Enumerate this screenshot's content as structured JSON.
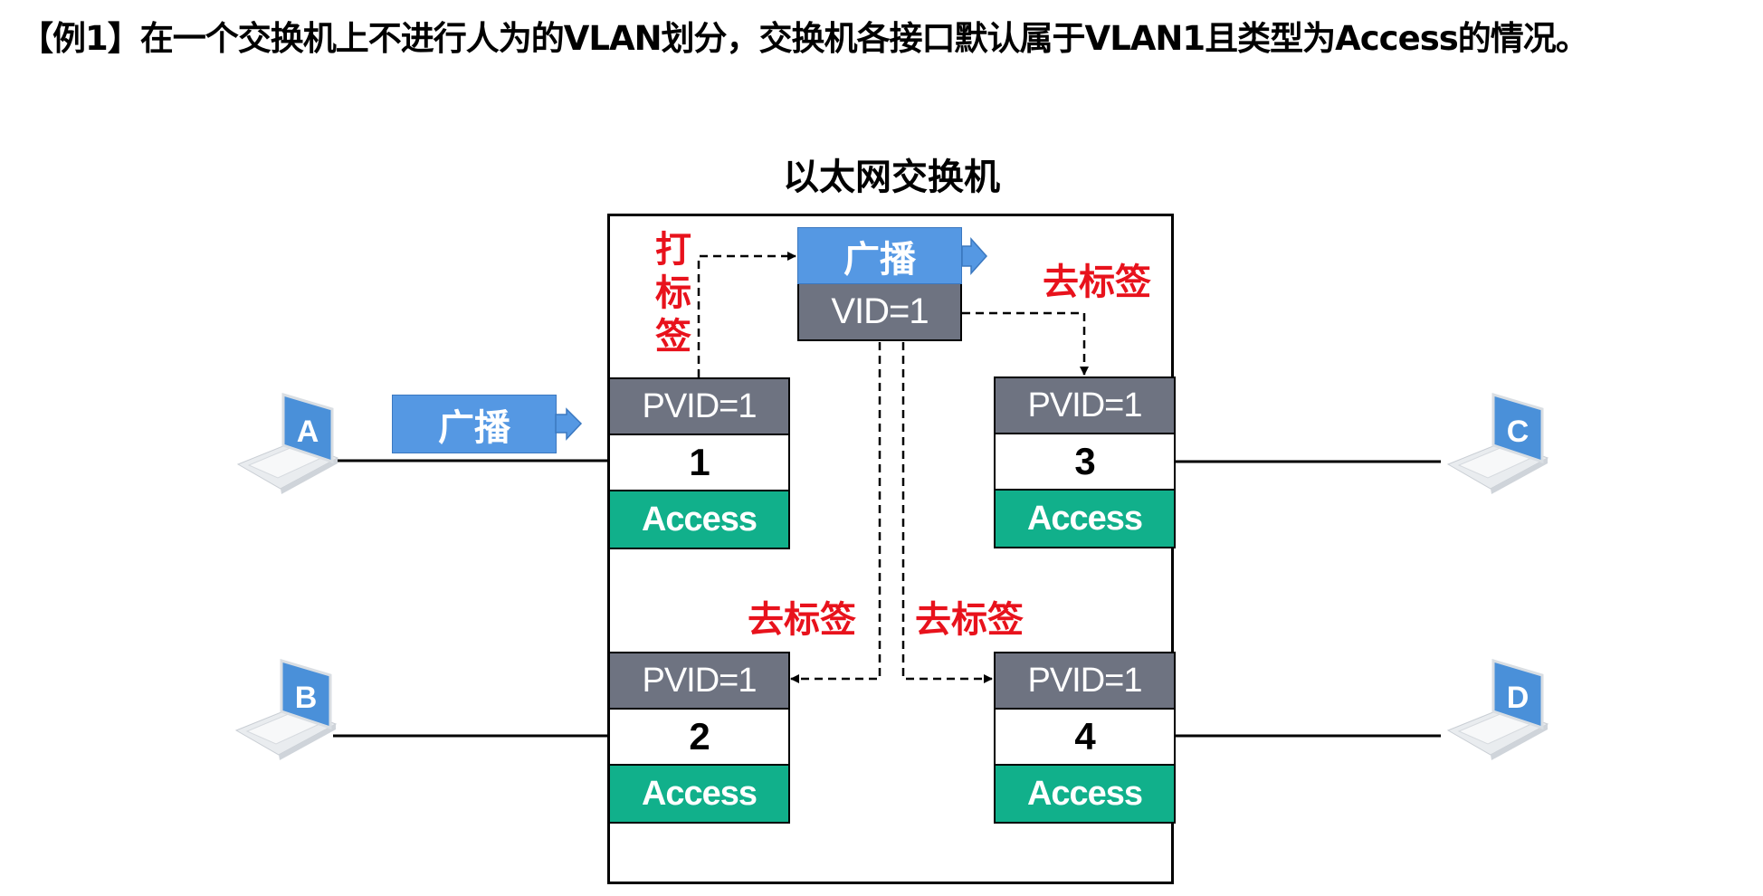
{
  "heading": "【例1】在一个交换机上不进行人为的VLAN划分，交换机各接口默认属于VLAN1且类型为Access的情况。",
  "switch": {
    "title": "以太网交换机",
    "tag_label": "打标签",
    "tag_chars": [
      "打",
      "标",
      "签"
    ],
    "internal_frame": {
      "label": "广播",
      "vid": "VID=1"
    },
    "untag_labels": {
      "port3": "去标签",
      "port2": "去标签",
      "port4": "去标签"
    }
  },
  "ports": [
    {
      "pvid": "PVID=1",
      "number": "1",
      "type": "Access"
    },
    {
      "pvid": "PVID=1",
      "number": "2",
      "type": "Access"
    },
    {
      "pvid": "PVID=1",
      "number": "3",
      "type": "Access"
    },
    {
      "pvid": "PVID=1",
      "number": "4",
      "type": "Access"
    }
  ],
  "hosts": [
    {
      "name": "A",
      "port": "1"
    },
    {
      "name": "B",
      "port": "2"
    },
    {
      "name": "C",
      "port": "3"
    },
    {
      "name": "D",
      "port": "4"
    }
  ],
  "incoming_frame": {
    "label": "广播",
    "from": "A"
  },
  "colors": {
    "frame_blue": "#5598e3",
    "pvid_grey": "#6e7381",
    "access_green": "#11b08b",
    "annotation_red": "#e8121c"
  }
}
